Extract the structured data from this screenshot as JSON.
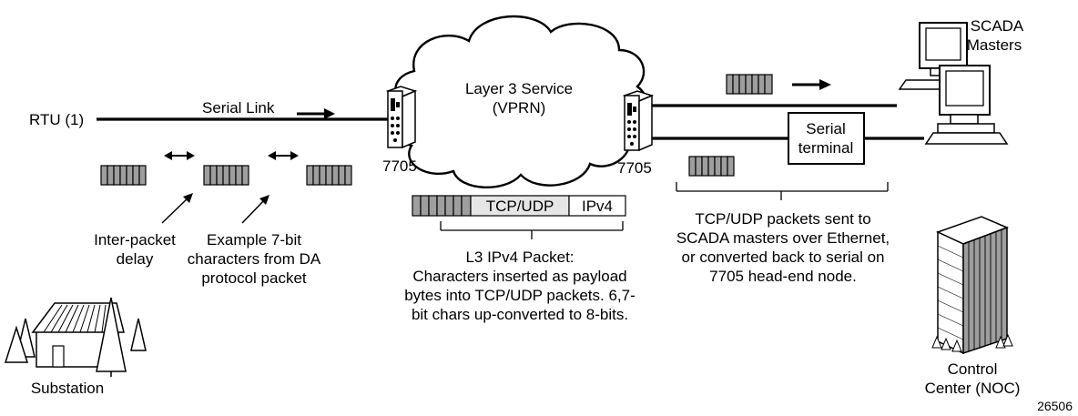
{
  "labels": {
    "rtu": "RTU (1)",
    "serial_link": "Serial Link",
    "cloud_line1": "Layer 3 Service",
    "cloud_line2": "(VPRN)",
    "node_left": "7705",
    "node_right": "7705",
    "scada_line1": "SCADA",
    "scada_line2": "Masters",
    "serial_terminal_line1": "Serial",
    "serial_terminal_line2": "terminal",
    "inter_packet_line1": "Inter-packet",
    "inter_packet_line2": "delay",
    "example_line1": "Example 7-bit",
    "example_line2": "characters from DA",
    "example_line3": "protocol packet",
    "pkt_tcp": "TCP/UDP",
    "pkt_ipv4": "IPv4",
    "l3_line1": "L3 IPv4 Packet:",
    "l3_line2": "Characters inserted as payload",
    "l3_line3": "bytes into TCP/UDP packets. 6,7-",
    "l3_line4": "bit chars up-converted to 8-bits.",
    "tcp_line1": "TCP/UDP packets sent to",
    "tcp_line2": "SCADA masters over Ethernet,",
    "tcp_line3": "or converted back to serial on",
    "tcp_line4": "7705 head-end node.",
    "substation": "Substation",
    "control_line1": "Control",
    "control_line2": "Center (NOC)",
    "figure_id": "26506"
  },
  "icons": {
    "router": "router-icon",
    "cloud": "cloud-icon",
    "computer": "computer-icon",
    "building": "building-icon",
    "substation": "substation-icon"
  },
  "colors": {
    "packet_fill": "#9e9e9e",
    "tcp_fill": "#e6e6e6",
    "line": "#000000",
    "background": "#ffffff"
  }
}
